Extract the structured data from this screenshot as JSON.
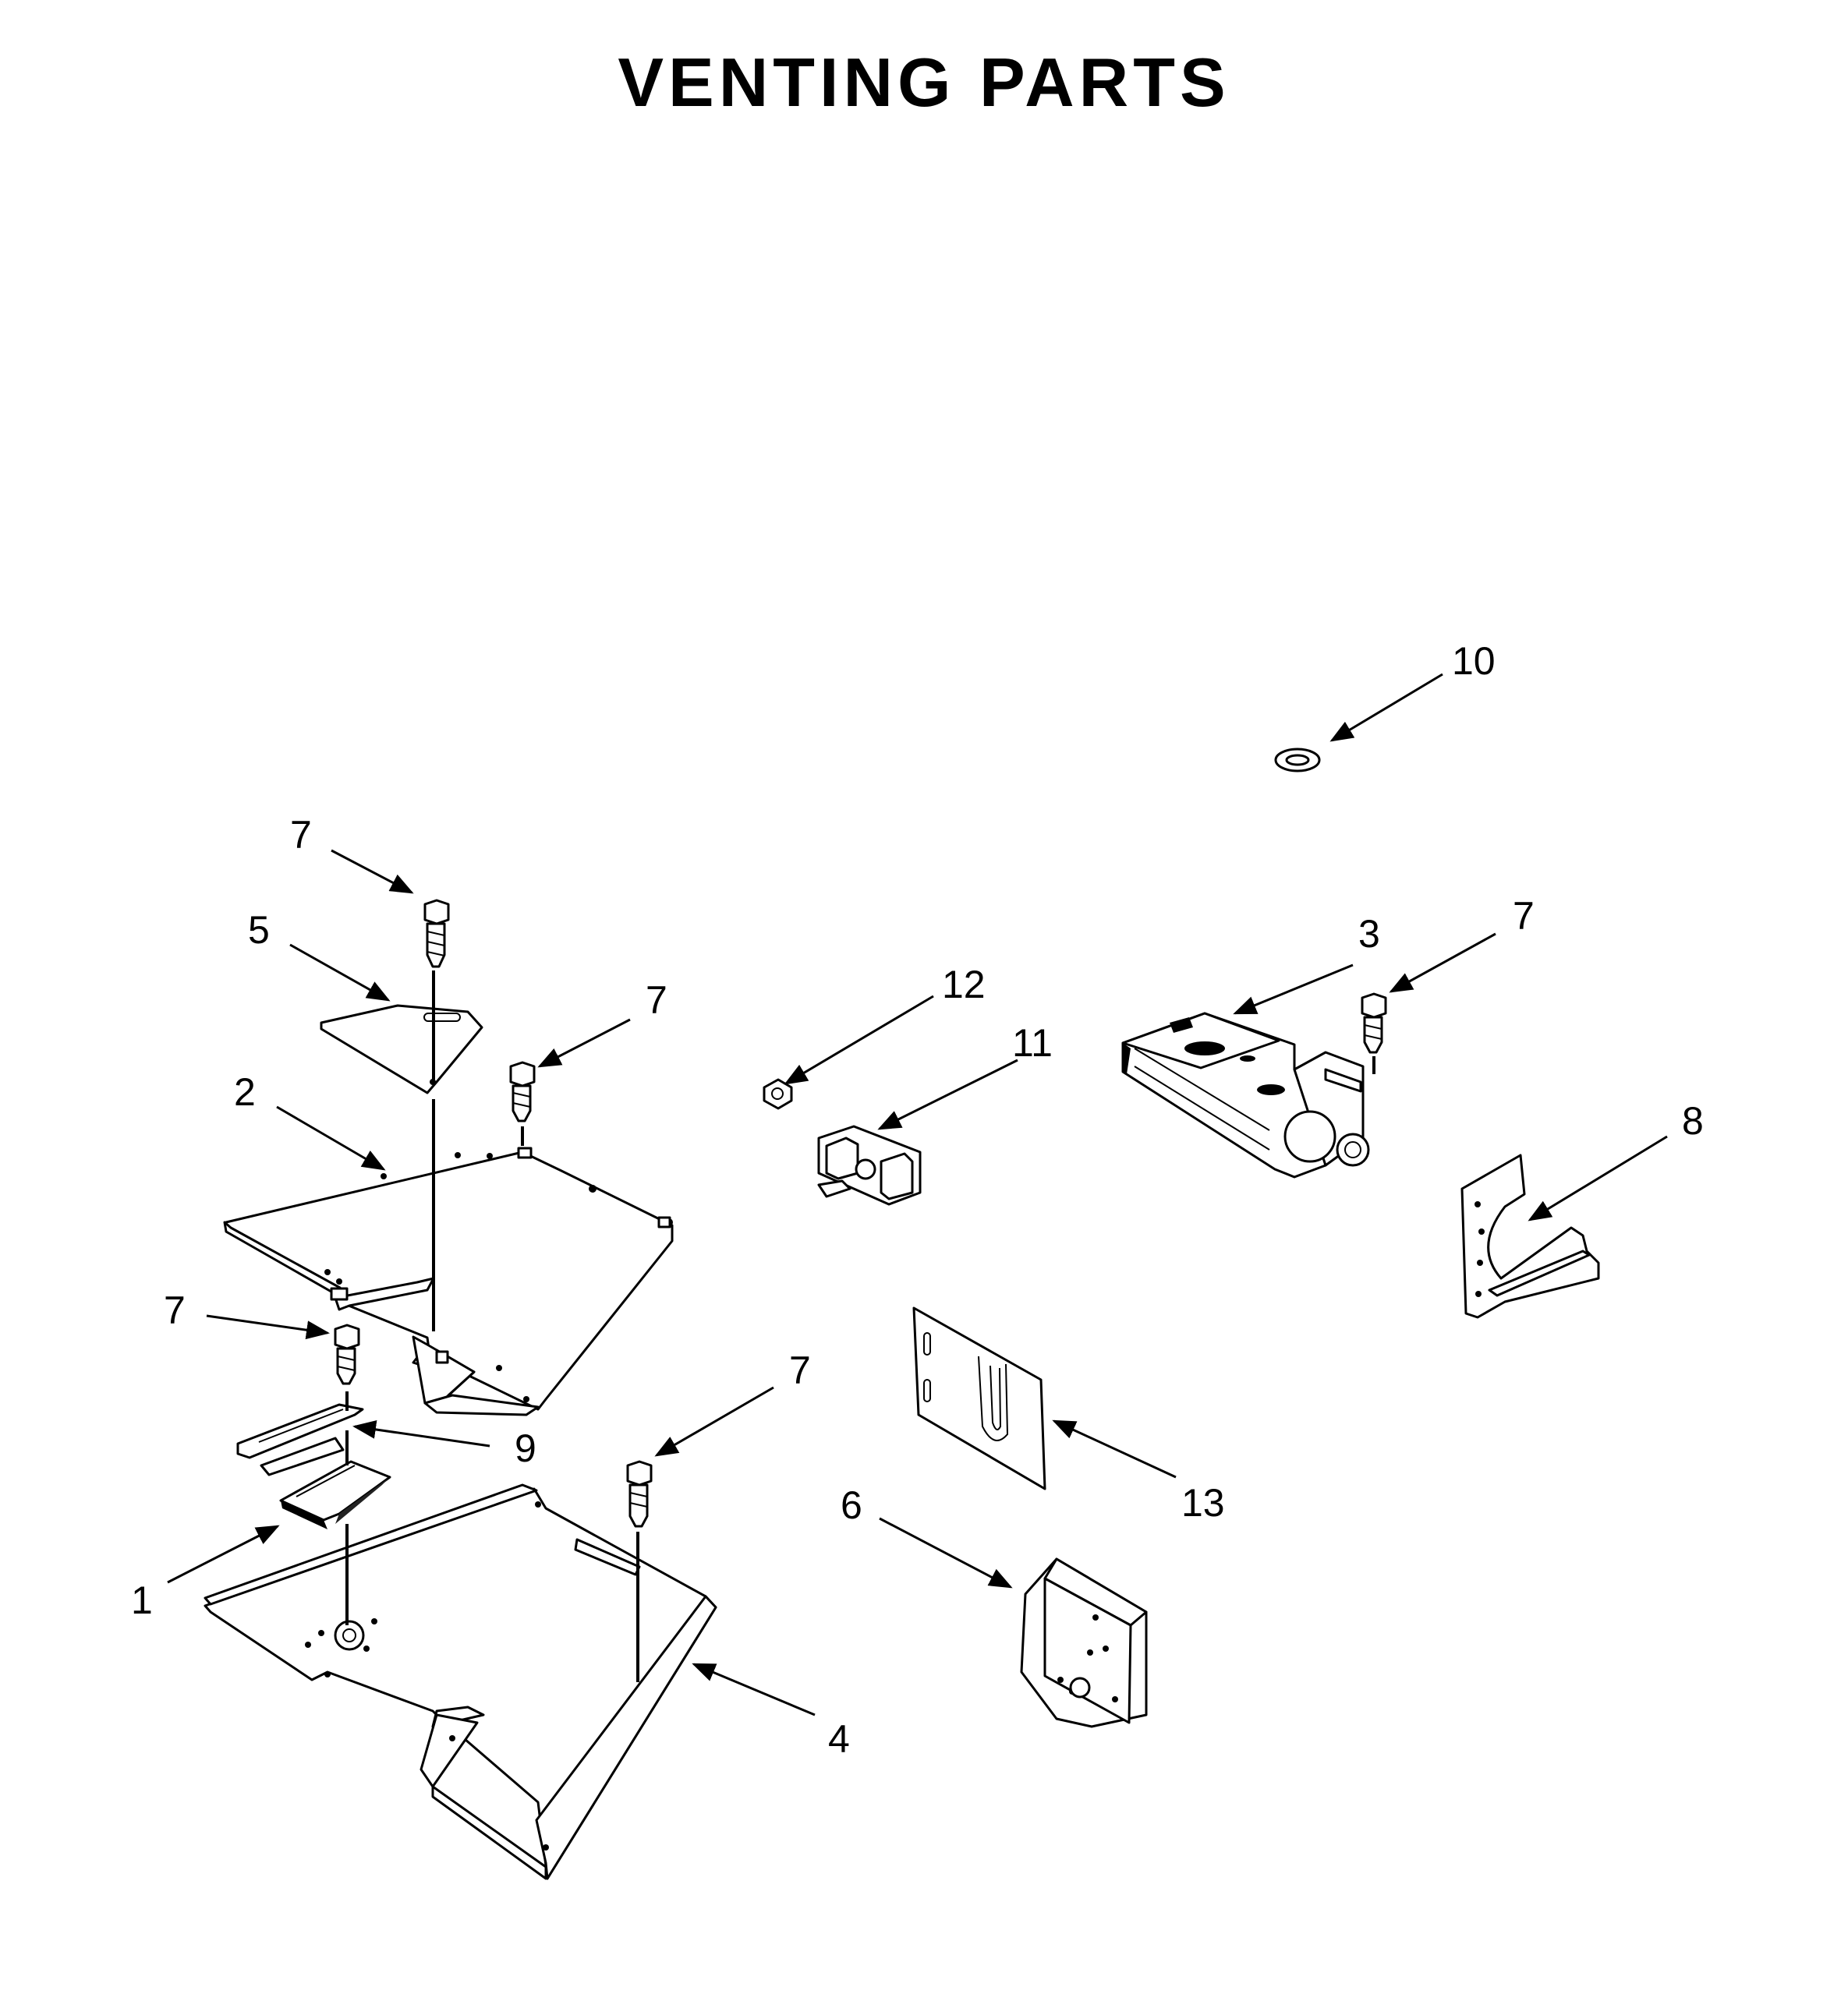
{
  "title": "VENTING PARTS",
  "callouts": {
    "c1": "1",
    "c2": "2",
    "c3": "3",
    "c4": "4",
    "c5": "5",
    "c6": "6",
    "c7a": "7",
    "c7b": "7",
    "c7c": "7",
    "c7d": "7",
    "c7e": "7",
    "c8": "8",
    "c9": "9",
    "c10": "10",
    "c11": "11",
    "c12": "12",
    "c13": "13"
  }
}
